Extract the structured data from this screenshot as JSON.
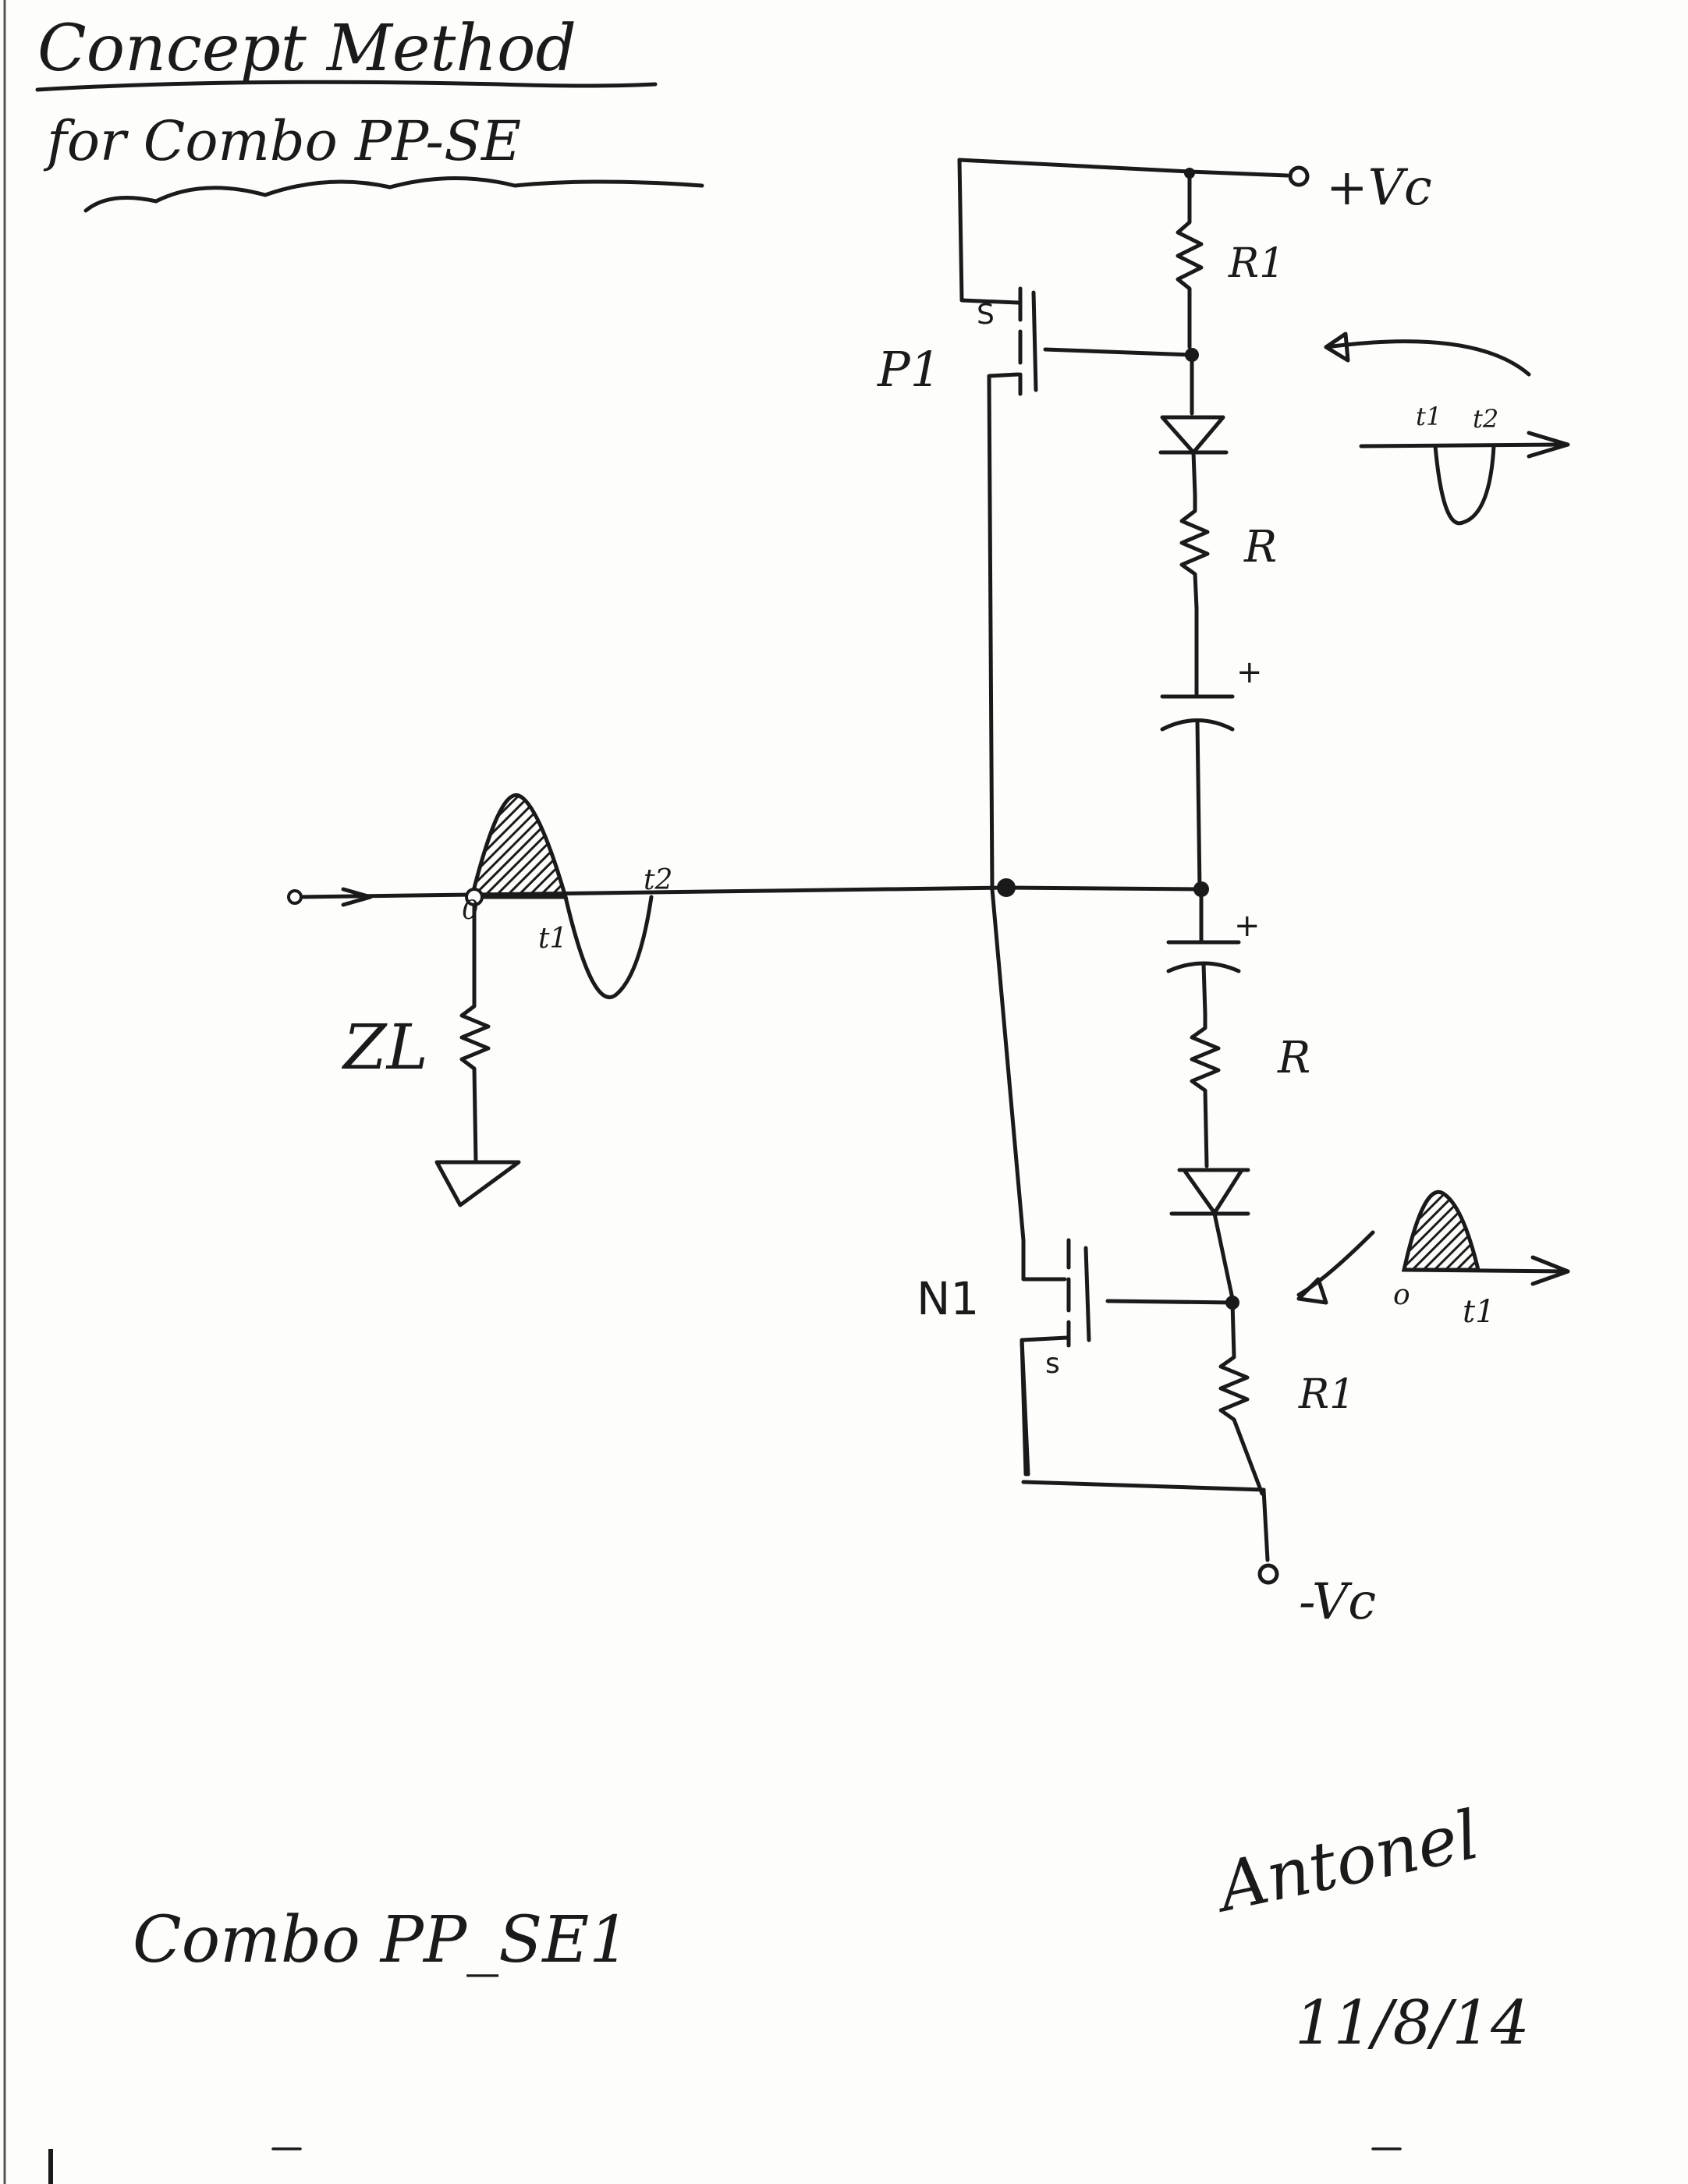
{
  "header": {
    "title_line1": "Concept Method",
    "title_line2": "for Combo PP-SE"
  },
  "components": {
    "supply_pos": "+Vc",
    "supply_neg": "-Vc",
    "r1_top": "R1",
    "r_top": "R",
    "r_bottom": "R",
    "r1_bottom": "R1",
    "cap_top_polarity": "+",
    "cap_bottom_polarity": "+",
    "p_fet": "P1",
    "p_source": "S",
    "n_fet": "N1",
    "n_source": "s",
    "load": "ZL"
  },
  "waveforms": {
    "top_right_t1": "t1",
    "top_right_t2": "t2",
    "bottom_right_origin": "o",
    "bottom_right_t1": "t1",
    "output_origin": "0",
    "output_t1": "t1",
    "output_t2": "t2"
  },
  "footer": {
    "name": "Combo PP_SE1",
    "signature": "Antonel",
    "date": "11/8/14"
  }
}
